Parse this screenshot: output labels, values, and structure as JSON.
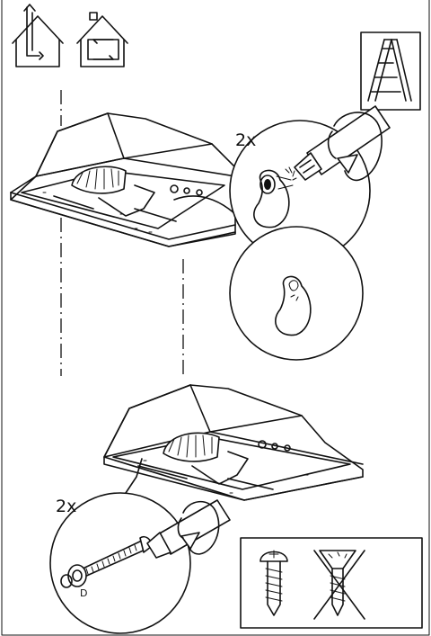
{
  "labels": {
    "quantity_top": "2x",
    "quantity_bottom": "2x",
    "part_letter": "D"
  },
  "icons": {
    "top_left_1": "house-ducted-vent-icon",
    "top_left_2": "house-recirculating-icon",
    "top_right": "ladder-icon",
    "bottom_right": "screw-type-icon"
  },
  "colors": {
    "line": "#111111",
    "background": "#ffffff"
  }
}
